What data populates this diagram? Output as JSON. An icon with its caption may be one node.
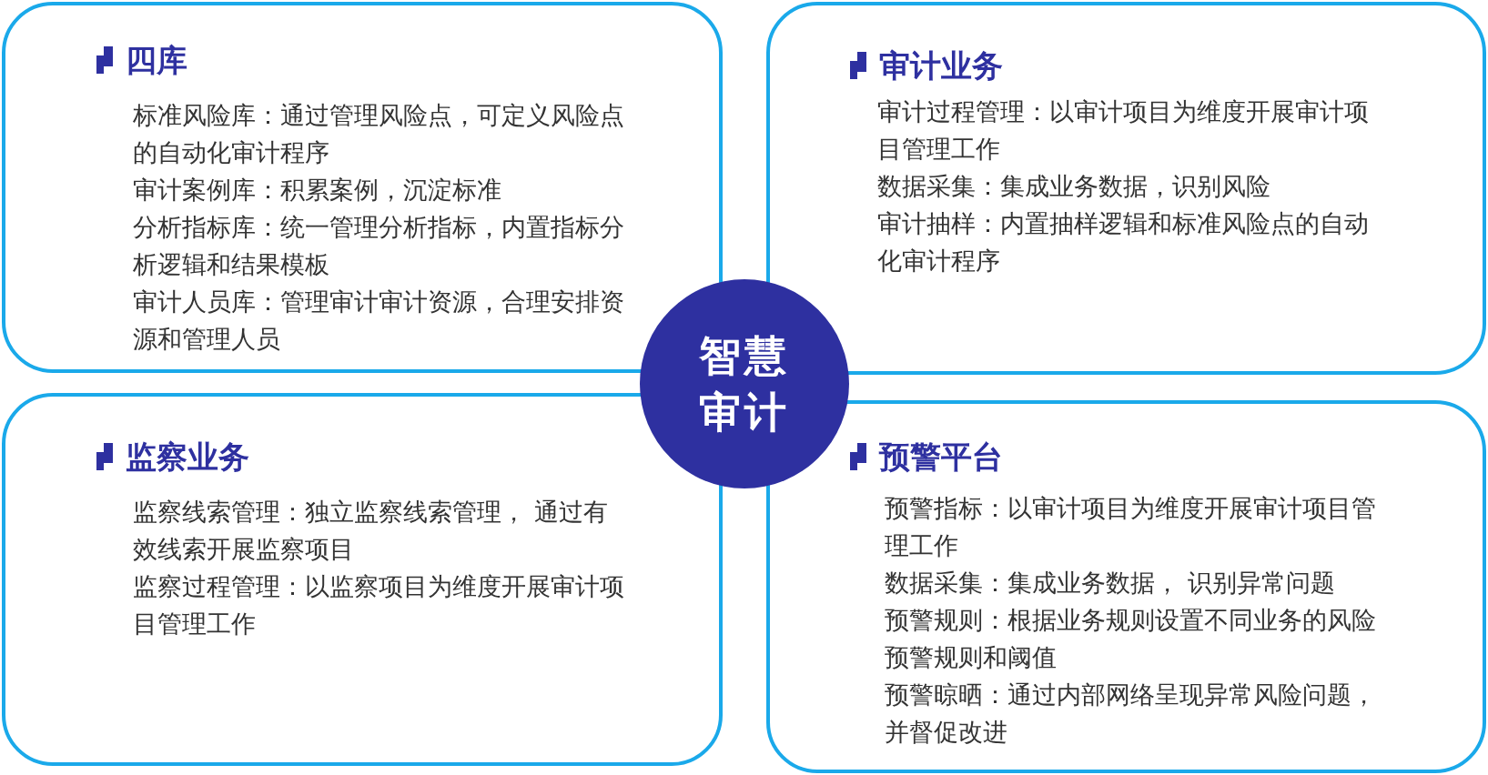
{
  "diagram": {
    "nodes": [
      {
        "text": [
          "四库",
          "标准风险库：通过管理风险点，可定义风险点的自动化审计程序",
          "审计案例库：积累案例，沉淀标准",
          "分析指标库：统一管理分析指标，内置指标分析逻辑和结果模板",
          "审计人员库：管理审计审计资源，合理安排资源和管理人员"
        ]
      },
      {
        "text": [
          "审计业务",
          "审计过程管理：以审计项目为维度开展审计项目管理工作",
          "数据采集：集成业务数据，识别风险",
          "审计抽样：内置抽样逻辑和标准风险点的自动化审计程序"
        ]
      },
      {
        "text": [
          "监察业务",
          "监察线索管理：独立监察线索管理， 通过有效线索开展监察项目",
          "监察过程管理：以监察项目为维度开展审计项目管理工作"
        ]
      },
      {
        "text": [
          "预警平台",
          "预警指标：以审计项目为维度开展审计项目管理工作",
          "数据采集：集成业务数据， 识别异常问题",
          "预警规则：根据业务规则设置不同业务的风险预警规则和阈值",
          "预警晾晒：通过内部网络呈现异常风险问题，并督促改进"
        ]
      },
      {
        "text": [
          "智慧审计"
        ]
      }
    ]
  }
}
